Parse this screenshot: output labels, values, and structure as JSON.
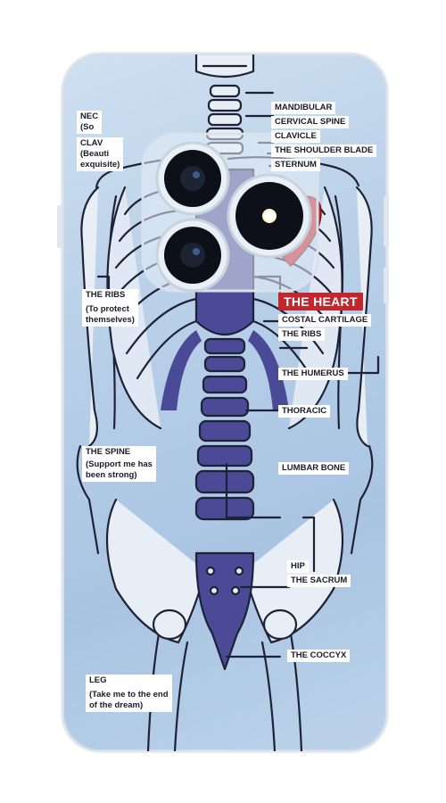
{
  "labels": {
    "mandibular": "MANDIBULAR",
    "cervical_spine": "CERVICAL SPINE",
    "clavicle": "CLAVICLE",
    "shoulder_blade": "THE SHOULDER BLADE",
    "sternum": "STERNUM",
    "heart": "THE HEART",
    "costal_cartilage": "COSTAL CARTILAGE",
    "ribs_right": "THE RIBS",
    "humerus": "THE HUMERUS",
    "thoracic": "THORACIC",
    "lumbar": "LUMBAR BONE",
    "hip": "HIP",
    "sacrum": "THE SACRUM",
    "coccyx": "THE COCCYX",
    "neck_partial": "NEC",
    "neck_partial_sub": "(So",
    "clavicle_partial": "CLAV",
    "clavicle_partial_sub1": "(Beauti",
    "clavicle_partial_sub2": "exquisite)",
    "ribs_left": "THE RIBS",
    "ribs_left_sub1": "(To protect",
    "ribs_left_sub2": "themselves)",
    "spine": "THE SPINE",
    "spine_sub1": "(Support me has",
    "spine_sub2": "been strong)",
    "leg": "LEG",
    "leg_sub1": "(Take me to the end",
    "leg_sub2": "of the dream)"
  },
  "colors": {
    "case": "#b9d0e8",
    "spine_fill": "#4b4a96",
    "heart": "#c1272d",
    "outline": "#1f2237",
    "bone": "#e8eef6"
  }
}
